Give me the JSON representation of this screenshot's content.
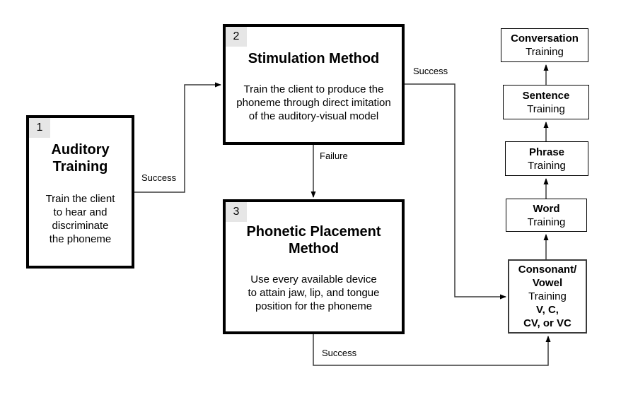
{
  "boxes": {
    "auditory": {
      "number": "1",
      "title": "Auditory\nTraining",
      "body": "Train the client\nto hear and\ndiscriminate\nthe phoneme"
    },
    "stimulation": {
      "number": "2",
      "title": "Stimulation Method",
      "body": "Train the client to produce the\nphoneme through direct imitation\nof the auditory-visual model"
    },
    "phonetic": {
      "number": "3",
      "title": "Phonetic Placement\nMethod",
      "body": "Use every available device\nto attain jaw, lip, and tongue\nposition for the phoneme"
    }
  },
  "stages": [
    {
      "name": "Conversation",
      "sub": "Training"
    },
    {
      "name": "Sentence",
      "sub": "Training"
    },
    {
      "name": "Phrase",
      "sub": "Training"
    },
    {
      "name": "Word",
      "sub": "Training"
    },
    {
      "name": "Consonant/\nVowel",
      "sub": "Training",
      "units": "V, C,\nCV, or VC"
    }
  ],
  "edge_labels": {
    "auditory_to_stimulation": "Success",
    "stimulation_to_phonetic": "Failure",
    "stimulation_to_cv": "Success",
    "phonetic_to_cv": "Success"
  },
  "colors": {
    "box_border": "#000000",
    "number_badge_bg": "#e6e6e6",
    "connector_line": "#3a3a3a",
    "background": "#ffffff"
  }
}
